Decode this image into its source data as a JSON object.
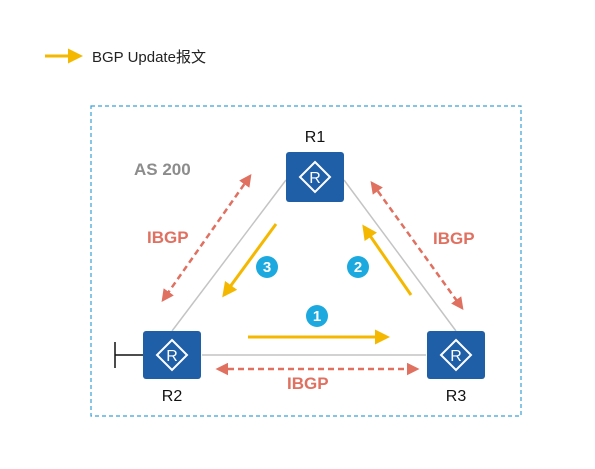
{
  "legend": {
    "label": "BGP Update报文"
  },
  "as_label": "AS 200",
  "routers": {
    "r1": "R1",
    "r2": "R2",
    "r3": "R3",
    "icon_letter": "R"
  },
  "peerings": {
    "left": "IBGP",
    "right": "IBGP",
    "bottom": "IBGP"
  },
  "steps": {
    "one": "1",
    "two": "2",
    "three": "3"
  },
  "colors": {
    "update_arrow": "#f5b800",
    "ibgp": "#e07060",
    "router": "#1f5fa8",
    "step_badge": "#1ca9e0",
    "as_border": "#3aa0d8",
    "link": "#c4c4c4"
  }
}
